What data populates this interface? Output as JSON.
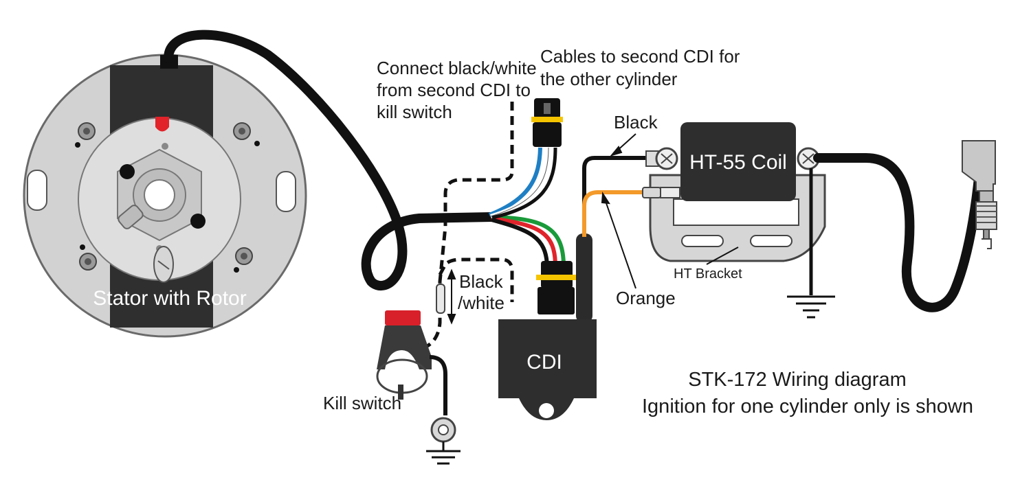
{
  "labels": {
    "stator": "Stator with Rotor",
    "connect_note": [
      "Connect black/white",
      "from second CDI to",
      "kill switch"
    ],
    "cables_note": [
      "Cables to second CDI for",
      "the other cylinder"
    ],
    "black_top": "Black",
    "black_white": [
      "Black",
      "/white"
    ],
    "coil": "HT-55 Coil",
    "ht_bracket": "HT Bracket",
    "orange": "Orange",
    "cdi": "CDI",
    "kill_switch": "Kill switch"
  },
  "title": {
    "line1": "STK-172 Wiring diagram",
    "line2": "Ignition for one cylinder only is shown"
  },
  "colors": {
    "wire_black": "#111111",
    "wire_blue": "#1e7fc4",
    "wire_green": "#1a9a3a",
    "wire_red": "#e0242b",
    "wire_orange": "#f39a2a",
    "stator_body": "#d0d0d0",
    "module_dark": "#2e2e2e",
    "kill_button_red": "#d8202a",
    "rotor_marker_red": "#e2232a"
  },
  "icons": [
    "ground-symbol",
    "screw-terminal",
    "spark-plug-cap",
    "ring-terminal",
    "connector"
  ]
}
